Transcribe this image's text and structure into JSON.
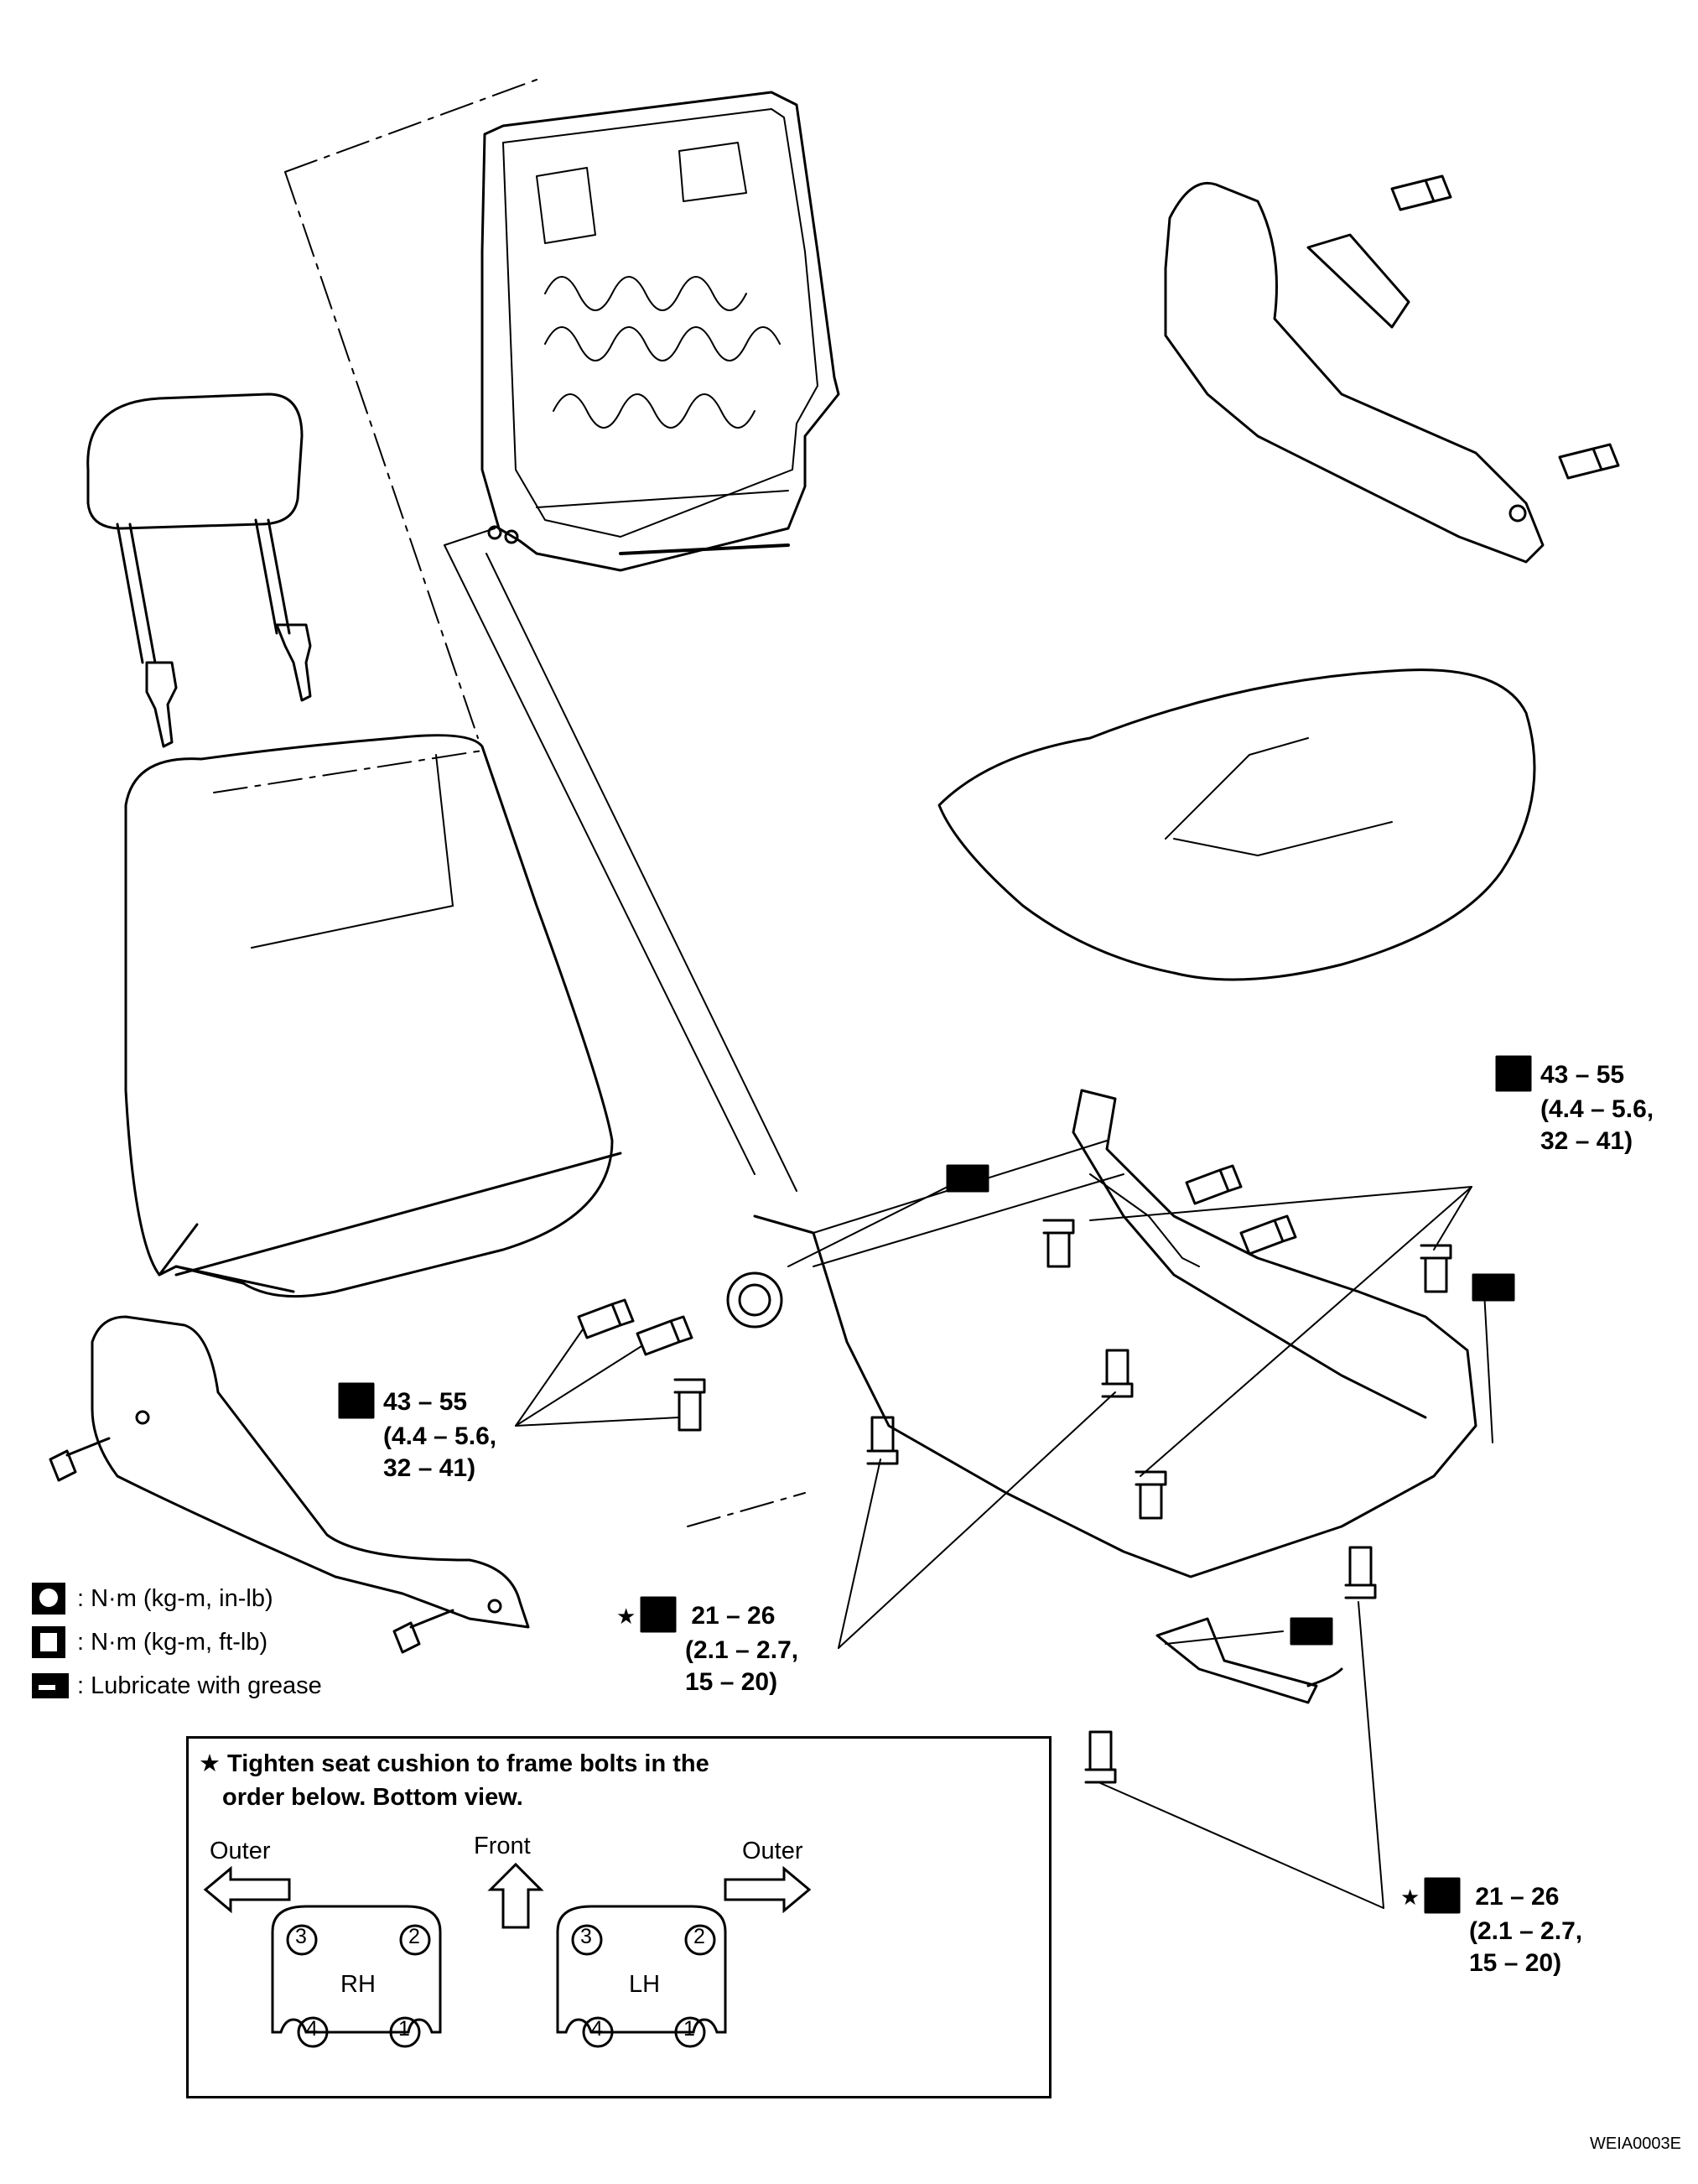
{
  "torque_specs": [
    {
      "id": "upper-right",
      "starred": false,
      "main": "43 – 55",
      "line2": "(4.4 – 5.6,",
      "line3": "32 – 41)"
    },
    {
      "id": "left-middle",
      "starred": false,
      "main": "43 – 55",
      "line2": "(4.4 – 5.6,",
      "line3": "32 – 41)"
    },
    {
      "id": "center-lower",
      "starred": true,
      "main": "21 – 26",
      "line2": "(2.1 – 2.7,",
      "line3": "15 – 20)"
    },
    {
      "id": "lower-right",
      "starred": true,
      "main": "21 – 26",
      "line2": "(2.1 – 2.7,",
      "line3": "15 – 20)"
    }
  ],
  "star_symbol": "★",
  "legend": [
    {
      "icon": "torque-wrench-in-lb-icon",
      "text": ": N·m (kg-m, in-lb)"
    },
    {
      "icon": "torque-wrench-ft-lb-icon",
      "text": ": N·m (kg-m, ft-lb)"
    },
    {
      "icon": "grease-gun-icon",
      "text": ": Lubricate with grease"
    }
  ],
  "inset": {
    "title_line1": "★ Tighten seat cushion to frame bolts in the",
    "title_line2": "order below.  Bottom view.",
    "label_outer_left": "Outer",
    "label_front": "Front",
    "label_outer_right": "Outer",
    "seats": [
      {
        "side": "RH",
        "bolts": [
          "3",
          "2",
          "4",
          "1"
        ]
      },
      {
        "side": "LH",
        "bolts": [
          "3",
          "2",
          "4",
          "1"
        ]
      }
    ]
  },
  "figure_code": "WEIA0003E"
}
